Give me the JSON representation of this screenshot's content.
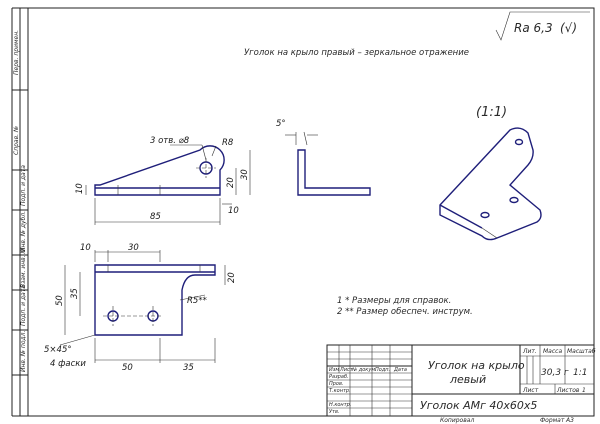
{
  "roughness": "Ra 6,3",
  "note_title": "Уголок на крыло правый – зеркальное отражение",
  "scale_label": "(1:1)",
  "side_margin": [
    "Перв. примен.",
    "Справ. №",
    "Подп. и дата",
    "Инв. № дубл.",
    "Взам. инв. №",
    "Подп. и дата",
    "Инв. № подл."
  ],
  "front_view": {
    "holes_label": "3 отв. ⌀8",
    "dims": [
      "R8",
      "10",
      "20",
      "30",
      "10",
      "85"
    ]
  },
  "side_view": {
    "angle": "5°"
  },
  "top_view": {
    "dims": [
      "10",
      "30",
      "20",
      "35",
      "50",
      "R5**",
      "5×45°",
      "4 фаски",
      "50",
      "35"
    ]
  },
  "notes": [
    "1 * Размеры для справок.",
    "2 ** Размер обеспеч. инструм."
  ],
  "title_block": {
    "name_line1": "Уголок на крыло",
    "name_line2": "левый",
    "material": "Уголок АМг 40х60х5",
    "hdr_lit": "Лит.",
    "hdr_mass": "Масса",
    "hdr_scale": "Масштаб",
    "mass": "30,3 г",
    "scale": "1:1",
    "sheet": "Лист",
    "sheets": "Листов",
    "sheets_value": "1",
    "col_izm": "Изм",
    "col_list": "Лист",
    "col_doc": "№ докум.",
    "col_sign": "Подп.",
    "col_date": "Дата",
    "role_dev": "Разраб.",
    "role_check": "Пров.",
    "role_tcontrol": "Т.контр.",
    "role_ncontrol": "Н.контр.",
    "role_approved": "Утв.",
    "copied": "Копировал",
    "format_label": "Формат",
    "format_value": "А3"
  }
}
